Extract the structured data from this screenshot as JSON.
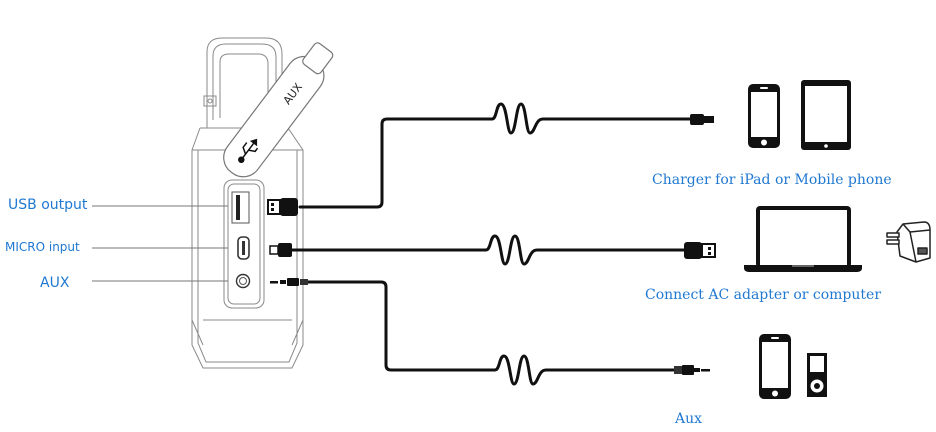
{
  "diagram": {
    "title": "Speaker connection diagram",
    "accent_color": "#1f78d1",
    "line_color": "#111111",
    "port_labels": {
      "usb_output": "USB output",
      "micro_input": "MICRO input",
      "aux": "AUX"
    },
    "cover_label": "AUX",
    "connections": [
      {
        "name": "usb-output",
        "port": "USB output",
        "cable_end": "lightning-connector",
        "devices": [
          "smartphone",
          "tablet"
        ],
        "caption": "Charger for iPad or Mobile phone"
      },
      {
        "name": "micro-input",
        "port": "MICRO input",
        "cable_end": "usb-a-connector",
        "devices": [
          "laptop",
          "ac-adapter"
        ],
        "caption": "Connect AC adapter or computer"
      },
      {
        "name": "aux",
        "port": "AUX",
        "cable_end": "3.5mm-jack",
        "devices": [
          "smartphone",
          "mp3-player"
        ],
        "caption": "Aux"
      }
    ]
  }
}
